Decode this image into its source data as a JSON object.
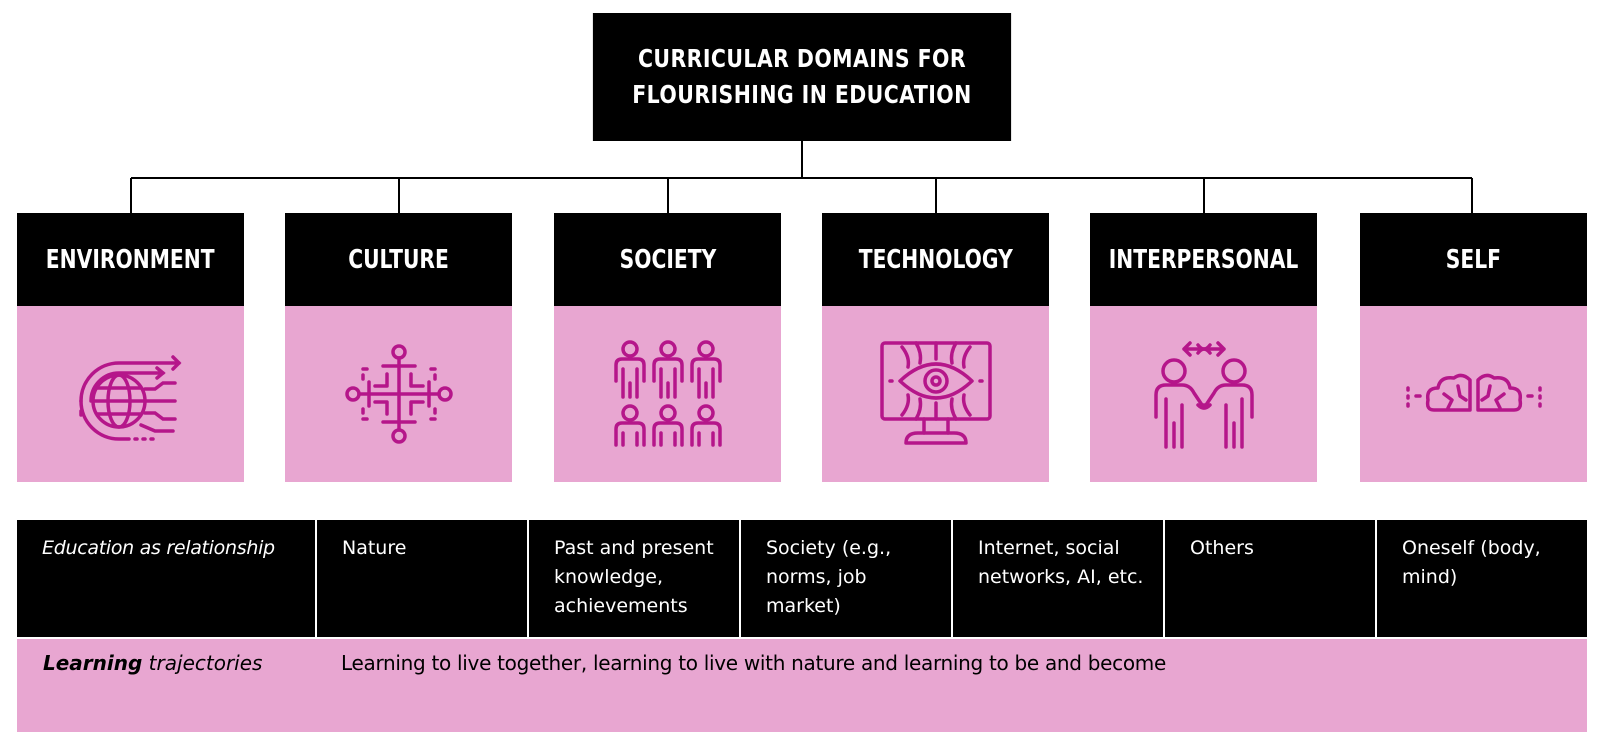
{
  "title": "CURRICULAR DOMAINS FOR\nFLOURISHING IN EDUCATION",
  "colors": {
    "dark": "#000000",
    "pink": "#e8a6d1",
    "icon": "#b5168a",
    "connector": "#000000"
  },
  "domains": [
    {
      "name": "ENVIRONMENT",
      "icon": "globe-icon"
    },
    {
      "name": "CULTURE",
      "icon": "culture-cross-icon"
    },
    {
      "name": "SOCIETY",
      "icon": "people-group-icon"
    },
    {
      "name": "TECHNOLOGY",
      "icon": "monitor-eye-icon"
    },
    {
      "name": "INTERPERSONAL",
      "icon": "handshake-icon"
    },
    {
      "name": "SELF",
      "icon": "brain-icon"
    }
  ],
  "relationship": {
    "label": "Education as relationship",
    "items": [
      "Nature",
      "Past and present knowledge, achievements",
      "Society (e.g., norms, job market)",
      "Internet, social networks, AI, etc.",
      "Others",
      "Oneself (body, mind)"
    ]
  },
  "trajectories": {
    "label_bold": "Learning",
    "label_rest": " trajectories",
    "text": "Learning to live together, learning to live with nature and learning to be and become"
  }
}
